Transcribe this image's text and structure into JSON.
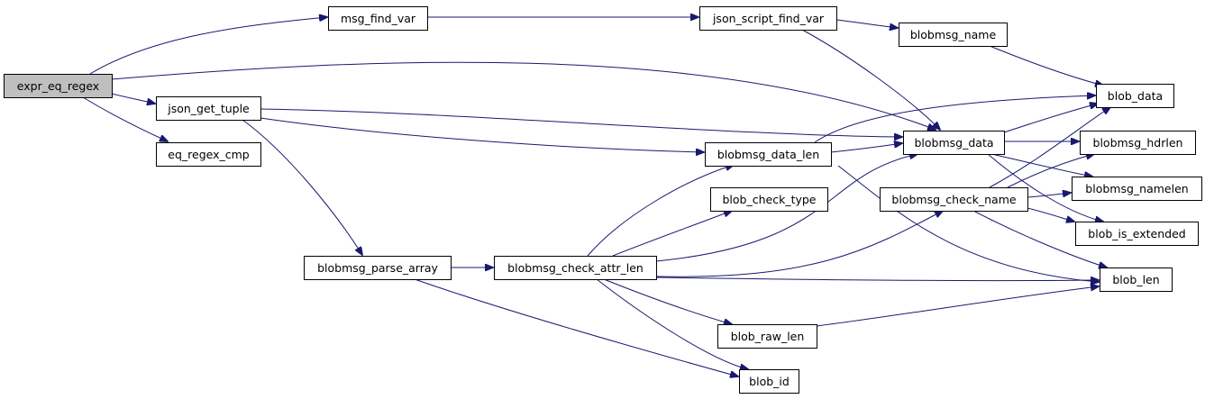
{
  "diagram": {
    "type": "call-graph",
    "colors": {
      "edge": "#191970",
      "root_fill": "#bfbfbf",
      "node_fill": "#ffffff",
      "node_border": "#000000"
    },
    "nodes": [
      {
        "id": "expr_eq_regex",
        "label": "expr_eq_regex",
        "root": true
      },
      {
        "id": "msg_find_var",
        "label": "msg_find_var"
      },
      {
        "id": "json_script_find_var",
        "label": "json_script_find_var"
      },
      {
        "id": "blobmsg_name",
        "label": "blobmsg_name"
      },
      {
        "id": "json_get_tuple",
        "label": "json_get_tuple"
      },
      {
        "id": "eq_regex_cmp",
        "label": "eq_regex_cmp"
      },
      {
        "id": "blobmsg_parse_array",
        "label": "blobmsg_parse_array"
      },
      {
        "id": "blobmsg_check_attr_len",
        "label": "blobmsg_check_attr_len"
      },
      {
        "id": "blobmsg_data_len",
        "label": "blobmsg_data_len"
      },
      {
        "id": "blob_check_type",
        "label": "blob_check_type"
      },
      {
        "id": "blob_raw_len",
        "label": "blob_raw_len"
      },
      {
        "id": "blob_id",
        "label": "blob_id"
      },
      {
        "id": "blobmsg_data",
        "label": "blobmsg_data"
      },
      {
        "id": "blobmsg_check_name",
        "label": "blobmsg_check_name"
      },
      {
        "id": "blob_data",
        "label": "blob_data"
      },
      {
        "id": "blobmsg_hdrlen",
        "label": "blobmsg_hdrlen"
      },
      {
        "id": "blobmsg_namelen",
        "label": "blobmsg_namelen"
      },
      {
        "id": "blob_is_extended",
        "label": "blob_is_extended"
      },
      {
        "id": "blob_len",
        "label": "blob_len"
      }
    ],
    "edges": [
      {
        "from": "expr_eq_regex",
        "to": "msg_find_var"
      },
      {
        "from": "expr_eq_regex",
        "to": "blobmsg_data"
      },
      {
        "from": "expr_eq_regex",
        "to": "json_get_tuple"
      },
      {
        "from": "expr_eq_regex",
        "to": "eq_regex_cmp"
      },
      {
        "from": "msg_find_var",
        "to": "json_script_find_var"
      },
      {
        "from": "json_script_find_var",
        "to": "blobmsg_name"
      },
      {
        "from": "json_script_find_var",
        "to": "blobmsg_data"
      },
      {
        "from": "blobmsg_name",
        "to": "blob_data"
      },
      {
        "from": "json_get_tuple",
        "to": "blobmsg_data"
      },
      {
        "from": "json_get_tuple",
        "to": "blobmsg_data_len"
      },
      {
        "from": "json_get_tuple",
        "to": "blobmsg_parse_array"
      },
      {
        "from": "blobmsg_parse_array",
        "to": "blobmsg_check_attr_len"
      },
      {
        "from": "blobmsg_parse_array",
        "to": "blob_id"
      },
      {
        "from": "blobmsg_check_attr_len",
        "to": "blobmsg_data_len"
      },
      {
        "from": "blobmsg_check_attr_len",
        "to": "blob_check_type"
      },
      {
        "from": "blobmsg_check_attr_len",
        "to": "blobmsg_data"
      },
      {
        "from": "blobmsg_check_attr_len",
        "to": "blobmsg_check_name"
      },
      {
        "from": "blobmsg_check_attr_len",
        "to": "blob_len"
      },
      {
        "from": "blobmsg_check_attr_len",
        "to": "blob_raw_len"
      },
      {
        "from": "blobmsg_check_attr_len",
        "to": "blob_id"
      },
      {
        "from": "blobmsg_data_len",
        "to": "blob_data"
      },
      {
        "from": "blobmsg_data_len",
        "to": "blobmsg_data"
      },
      {
        "from": "blobmsg_data_len",
        "to": "blob_len"
      },
      {
        "from": "blobmsg_data",
        "to": "blob_data"
      },
      {
        "from": "blobmsg_data",
        "to": "blobmsg_hdrlen"
      },
      {
        "from": "blobmsg_data",
        "to": "blobmsg_namelen"
      },
      {
        "from": "blobmsg_data",
        "to": "blob_is_extended"
      },
      {
        "from": "blobmsg_check_name",
        "to": "blob_data"
      },
      {
        "from": "blobmsg_check_name",
        "to": "blobmsg_hdrlen"
      },
      {
        "from": "blobmsg_check_name",
        "to": "blobmsg_namelen"
      },
      {
        "from": "blobmsg_check_name",
        "to": "blob_is_extended"
      },
      {
        "from": "blobmsg_check_name",
        "to": "blob_len"
      },
      {
        "from": "blob_raw_len",
        "to": "blob_len"
      }
    ]
  }
}
